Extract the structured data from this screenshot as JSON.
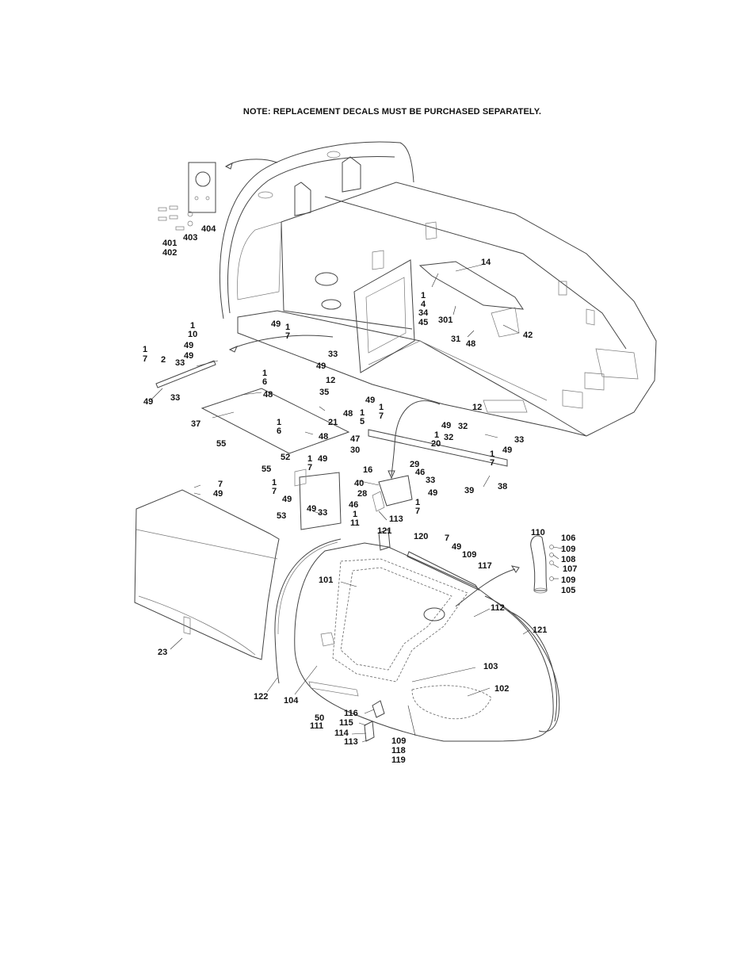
{
  "note": "NOTE: REPLACEMENT DECALS MUST BE PURCHASED SEPARATELY.",
  "callouts": [
    {
      "id": "c404",
      "t": "404"
    },
    {
      "id": "c401",
      "t": "401"
    },
    {
      "id": "c402",
      "t": "402"
    },
    {
      "id": "c403",
      "t": "403"
    },
    {
      "id": "c14",
      "t": "14"
    },
    {
      "id": "c1a",
      "t": "1"
    },
    {
      "id": "c4",
      "t": "4"
    },
    {
      "id": "c34",
      "t": "34"
    },
    {
      "id": "c45",
      "t": "45"
    },
    {
      "id": "c301",
      "t": "301"
    },
    {
      "id": "c42",
      "t": "42"
    },
    {
      "id": "c31",
      "t": "31"
    },
    {
      "id": "c48a",
      "t": "48"
    },
    {
      "id": "c49a",
      "t": "49"
    },
    {
      "id": "c1b",
      "t": "1"
    },
    {
      "id": "c7a",
      "t": "7"
    },
    {
      "id": "c1c",
      "t": "1"
    },
    {
      "id": "c10",
      "t": "10"
    },
    {
      "id": "c49b",
      "t": "49"
    },
    {
      "id": "c49c",
      "t": "49"
    },
    {
      "id": "c1d",
      "t": "1"
    },
    {
      "id": "c7b",
      "t": "7"
    },
    {
      "id": "c2",
      "t": "2"
    },
    {
      "id": "c33a",
      "t": "33"
    },
    {
      "id": "c49d",
      "t": "49"
    },
    {
      "id": "c33b",
      "t": "33"
    },
    {
      "id": "c33c",
      "t": "33"
    },
    {
      "id": "c49e",
      "t": "49"
    },
    {
      "id": "c1e",
      "t": "1"
    },
    {
      "id": "c6a",
      "t": "6"
    },
    {
      "id": "c48b",
      "t": "48"
    },
    {
      "id": "c12a",
      "t": "12"
    },
    {
      "id": "c35",
      "t": "35"
    },
    {
      "id": "c48c",
      "t": "48"
    },
    {
      "id": "c21",
      "t": "21"
    },
    {
      "id": "c49f",
      "t": "49"
    },
    {
      "id": "c1f",
      "t": "1"
    },
    {
      "id": "c7c",
      "t": "7"
    },
    {
      "id": "c37",
      "t": "37"
    },
    {
      "id": "c1g",
      "t": "1"
    },
    {
      "id": "c6b",
      "t": "6"
    },
    {
      "id": "c48d",
      "t": "48"
    },
    {
      "id": "c55a",
      "t": "55"
    },
    {
      "id": "c1h",
      "t": "1"
    },
    {
      "id": "c5",
      "t": "5"
    },
    {
      "id": "c47",
      "t": "47"
    },
    {
      "id": "c30",
      "t": "30"
    },
    {
      "id": "c12b",
      "t": "12"
    },
    {
      "id": "c49g",
      "t": "49"
    },
    {
      "id": "c32a",
      "t": "32"
    },
    {
      "id": "c1i",
      "t": "1"
    },
    {
      "id": "c20",
      "t": "20"
    },
    {
      "id": "c32b",
      "t": "32"
    },
    {
      "id": "c33d",
      "t": "33"
    },
    {
      "id": "c49h",
      "t": "49"
    },
    {
      "id": "c1j",
      "t": "1"
    },
    {
      "id": "c7d",
      "t": "7"
    },
    {
      "id": "c39",
      "t": "39"
    },
    {
      "id": "c38",
      "t": "38"
    },
    {
      "id": "c52",
      "t": "52"
    },
    {
      "id": "c1k",
      "t": "1"
    },
    {
      "id": "c7e",
      "t": "7"
    },
    {
      "id": "c49i",
      "t": "49"
    },
    {
      "id": "c55b",
      "t": "55"
    },
    {
      "id": "c1l",
      "t": "1"
    },
    {
      "id": "c7f",
      "t": "7"
    },
    {
      "id": "c49j",
      "t": "49"
    },
    {
      "id": "c49k",
      "t": "49"
    },
    {
      "id": "c33e",
      "t": "33"
    },
    {
      "id": "c53",
      "t": "53"
    },
    {
      "id": "c16",
      "t": "16"
    },
    {
      "id": "c29",
      "t": "29"
    },
    {
      "id": "c46a",
      "t": "46"
    },
    {
      "id": "c33f",
      "t": "33"
    },
    {
      "id": "c40",
      "t": "40"
    },
    {
      "id": "c49l",
      "t": "49"
    },
    {
      "id": "c28",
      "t": "28"
    },
    {
      "id": "c1m",
      "t": "1"
    },
    {
      "id": "c7g",
      "t": "7"
    },
    {
      "id": "c46b",
      "t": "46"
    },
    {
      "id": "c1n",
      "t": "1"
    },
    {
      "id": "c11",
      "t": "11"
    },
    {
      "id": "c113a",
      "t": "113"
    },
    {
      "id": "c7h",
      "t": "7"
    },
    {
      "id": "c49m",
      "t": "49"
    },
    {
      "id": "c121a",
      "t": "121"
    },
    {
      "id": "c120",
      "t": "120"
    },
    {
      "id": "c7i",
      "t": "7"
    },
    {
      "id": "c49n",
      "t": "49"
    },
    {
      "id": "c109a",
      "t": "109"
    },
    {
      "id": "c117",
      "t": "117"
    },
    {
      "id": "c110",
      "t": "110"
    },
    {
      "id": "c106",
      "t": "106"
    },
    {
      "id": "c109b",
      "t": "109"
    },
    {
      "id": "c108",
      "t": "108"
    },
    {
      "id": "c107",
      "t": "107"
    },
    {
      "id": "c109c",
      "t": "109"
    },
    {
      "id": "c105",
      "t": "105"
    },
    {
      "id": "c101",
      "t": "101"
    },
    {
      "id": "c112",
      "t": "112"
    },
    {
      "id": "c121b",
      "t": "121"
    },
    {
      "id": "c23",
      "t": "23"
    },
    {
      "id": "c103",
      "t": "103"
    },
    {
      "id": "c102",
      "t": "102"
    },
    {
      "id": "c122",
      "t": "122"
    },
    {
      "id": "c104",
      "t": "104"
    },
    {
      "id": "c50",
      "t": "50"
    },
    {
      "id": "c111",
      "t": "111"
    },
    {
      "id": "c116",
      "t": "116"
    },
    {
      "id": "c115",
      "t": "115"
    },
    {
      "id": "c114",
      "t": "114"
    },
    {
      "id": "c113b",
      "t": "113"
    },
    {
      "id": "c109d",
      "t": "109"
    },
    {
      "id": "c118",
      "t": "118"
    },
    {
      "id": "c119",
      "t": "119"
    }
  ]
}
